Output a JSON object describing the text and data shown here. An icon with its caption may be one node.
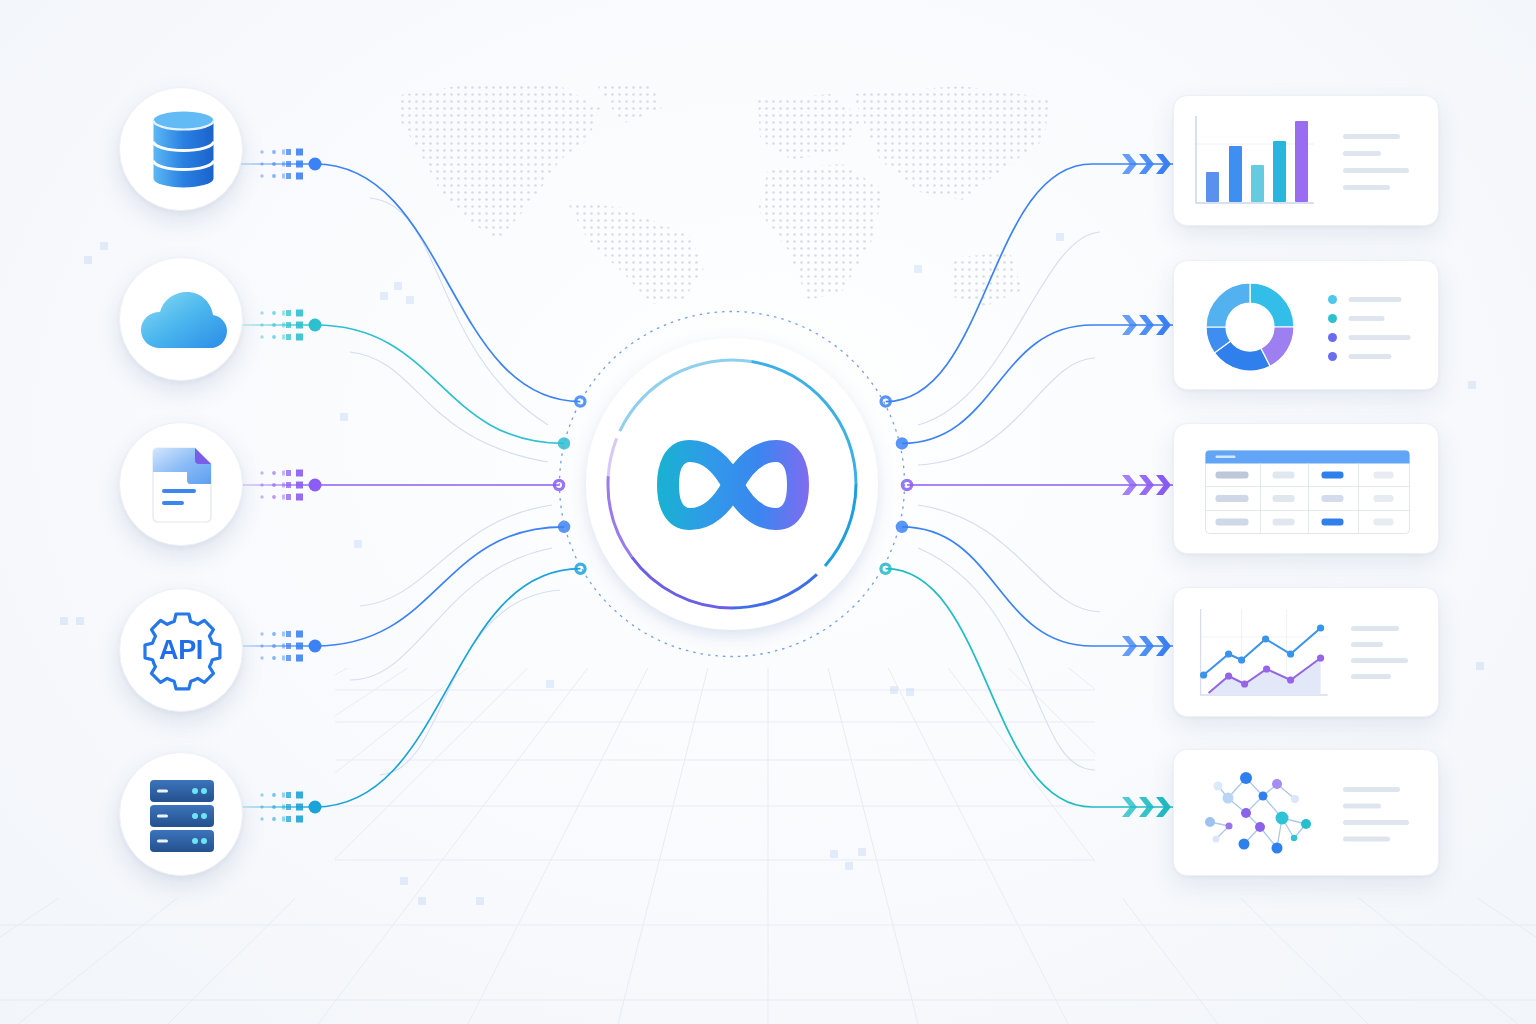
{
  "diagram": {
    "nodes": [
      {
        "text": [],
        "shape": "circle"
      },
      {
        "text": [],
        "shape": "circle"
      },
      {
        "text": [],
        "shape": "circle"
      },
      {
        "text": [
          "API"
        ]
      },
      {
        "text": [],
        "shape": "circle"
      },
      {
        "text": [],
        "shape": "circle"
      },
      {
        "text": [],
        "shape": "box"
      },
      {
        "text": [],
        "shape": "box"
      },
      {
        "text": [],
        "shape": "box"
      },
      {
        "text": [],
        "shape": "box"
      },
      {
        "text": [],
        "shape": "box"
      }
    ],
    "edges": [
      {
        "from": 0,
        "to": 5,
        "arrow": "other"
      },
      {
        "from": 1,
        "to": 5,
        "arrow": "other",
        "color": "#2cc0d0"
      },
      {
        "from": 2,
        "to": 5,
        "arrow": "other",
        "color": "#8b5cf6"
      },
      {
        "from": 3,
        "to": 5,
        "arrow": "other"
      },
      {
        "from": 4,
        "to": 5,
        "arrow": "other",
        "color": "#1aa3d9"
      },
      {
        "from": 5,
        "to": 6,
        "arrow": "to"
      },
      {
        "from": 5,
        "to": 7,
        "arrow": "to"
      },
      {
        "from": 5,
        "to": 8,
        "arrow": "to",
        "color": "#8b5cf6"
      },
      {
        "from": 5,
        "to": 9,
        "arrow": "to"
      },
      {
        "from": 5,
        "to": 10,
        "arrow": "to",
        "color": "#1fbcc4"
      }
    ]
  }
}
